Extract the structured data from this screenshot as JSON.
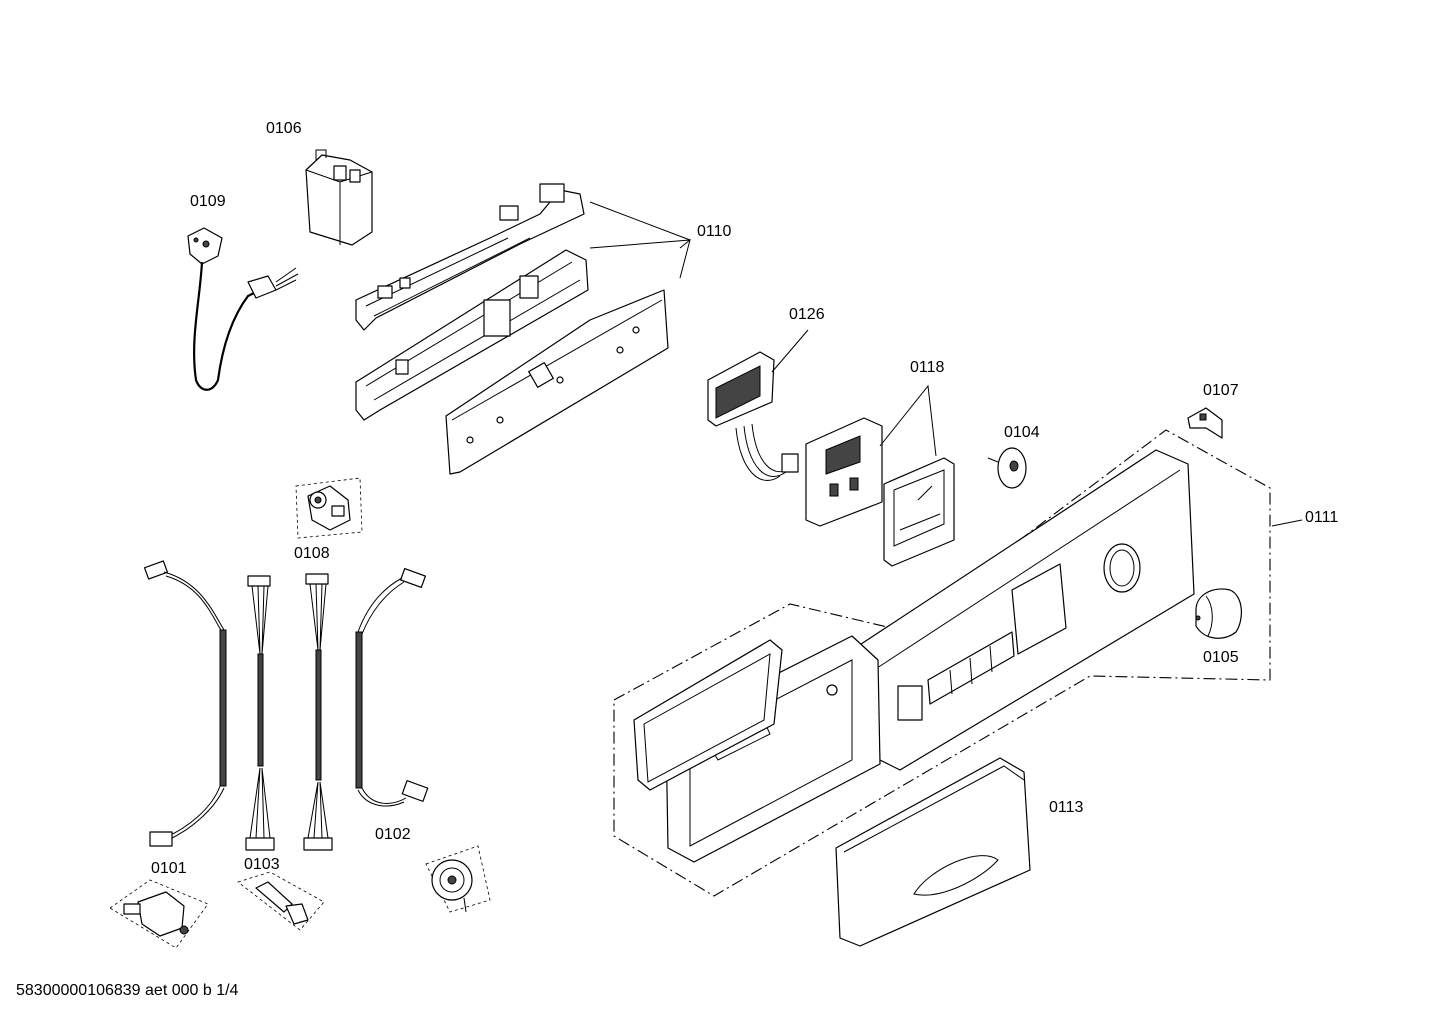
{
  "parts": [
    {
      "id": "0101"
    },
    {
      "id": "0102"
    },
    {
      "id": "0103"
    },
    {
      "id": "0104"
    },
    {
      "id": "0105"
    },
    {
      "id": "0106"
    },
    {
      "id": "0107"
    },
    {
      "id": "0108"
    },
    {
      "id": "0109"
    },
    {
      "id": "0110"
    },
    {
      "id": "0111"
    },
    {
      "id": "0113"
    },
    {
      "id": "0118"
    },
    {
      "id": "0126"
    }
  ],
  "footer": {
    "doc_ref": "58300000106839 aet 000 b 1/4"
  }
}
